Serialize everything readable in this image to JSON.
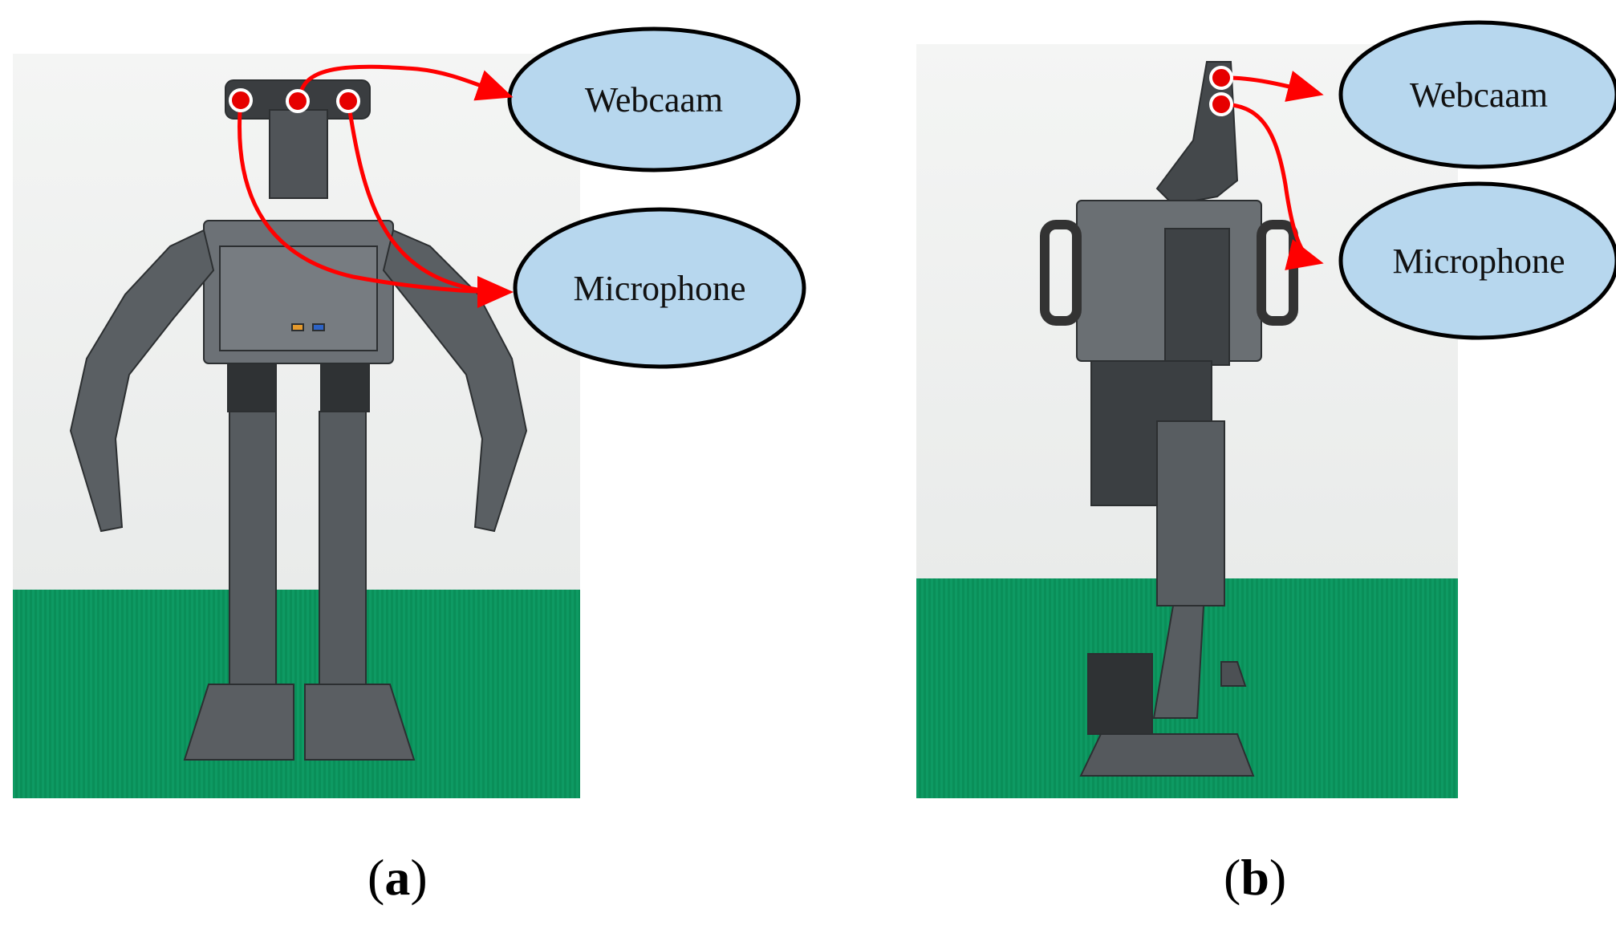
{
  "panel_a": {
    "caption_paren_open": "(",
    "caption_letter": "a",
    "caption_paren_close": ")",
    "callouts": {
      "webcam_label": "Webcaam",
      "microphone_label": "Microphone"
    }
  },
  "panel_b": {
    "caption_paren_open": "(",
    "caption_letter": "b",
    "caption_paren_close": ")",
    "callouts": {
      "webcam_label": "Webcaam",
      "microphone_label": "Microphone"
    }
  },
  "colors": {
    "callout_fill": "#b7d7ee",
    "callout_stroke": "#000000",
    "arrow": "#ff0000",
    "floor": "#0e9a63",
    "wall": "#f1f2f1",
    "robot_body": "#5d6266"
  }
}
